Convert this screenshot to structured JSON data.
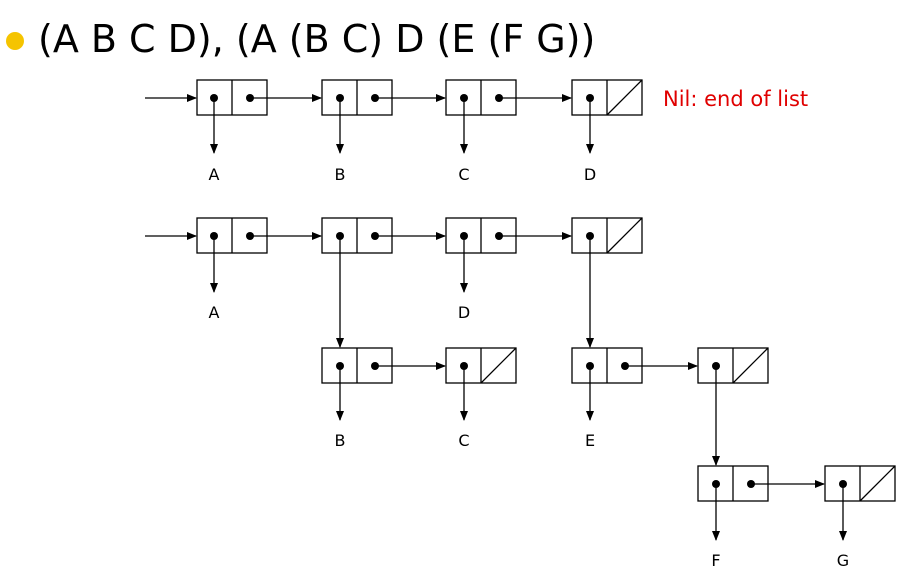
{
  "slide": {
    "title": "(A B C D), (A (B C) D (E (F G))",
    "bullet_color": "#f5c400"
  },
  "annotation": {
    "text": "Nil: end of list",
    "color": "#e00000"
  },
  "atoms": {
    "list1": [
      "A",
      "B",
      "C",
      "D"
    ],
    "list2_top": [
      "A",
      "D"
    ],
    "list2_sub1": [
      "B",
      "C"
    ],
    "list2_sub2": [
      "E"
    ],
    "list2_sub3": [
      "F",
      "G"
    ]
  }
}
